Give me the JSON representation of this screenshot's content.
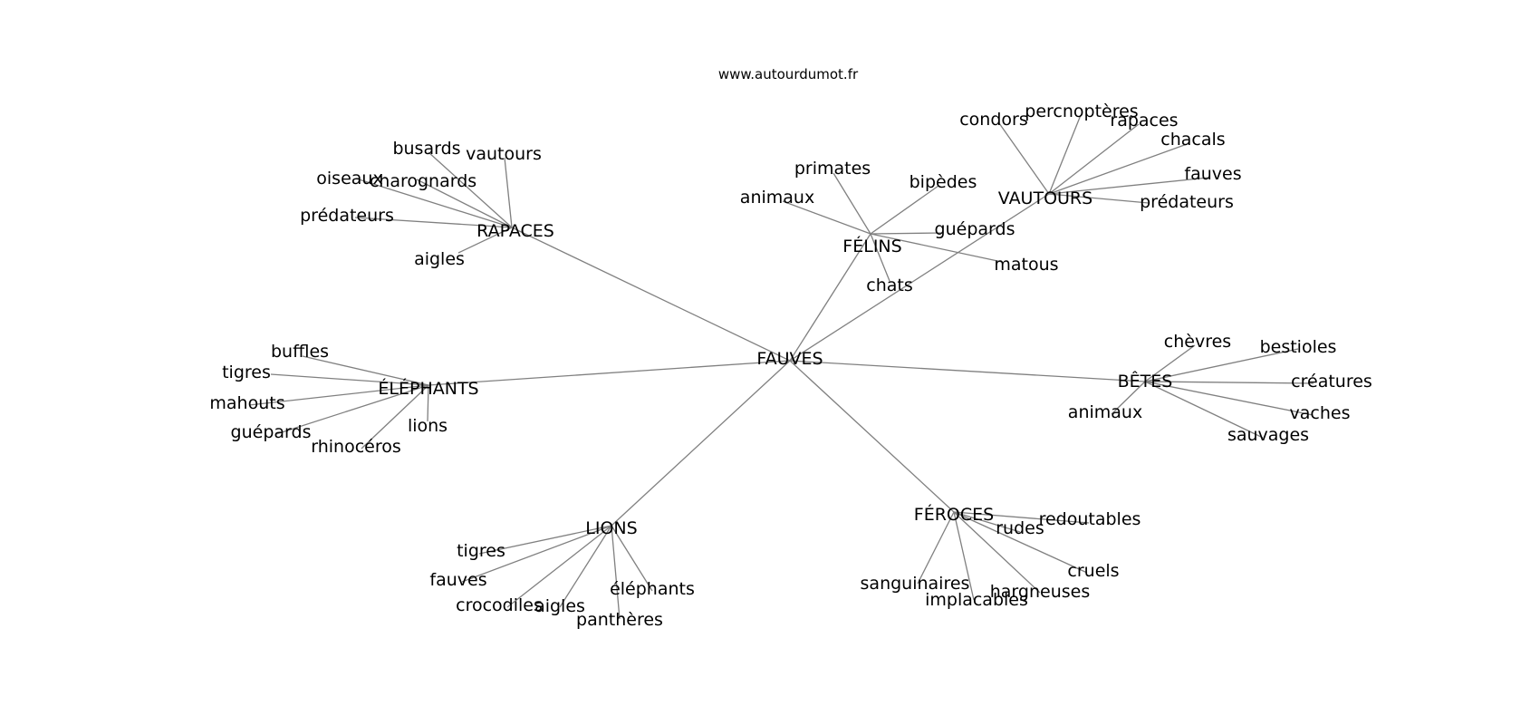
{
  "credit": "www.autourdumot.fr",
  "edge_color": "#808080",
  "root": "FAUVES",
  "groups": [
    {
      "label": "RAPACES",
      "children": [
        "busards",
        "vautours",
        "oiseaux",
        "charognards",
        "prédateurs",
        "aigles"
      ]
    },
    {
      "label": "FÉLINS",
      "children": [
        "primates",
        "bipèdes",
        "animaux",
        "guépards",
        "matous",
        "chats"
      ]
    },
    {
      "label": "VAUTOURS",
      "children": [
        "condors",
        "percnoptères",
        "rapaces",
        "chacals",
        "fauves",
        "prédateurs"
      ]
    },
    {
      "label": "ÉLÉPHANTS",
      "children": [
        "buffles",
        "tigres",
        "mahouts",
        "guépards",
        "lions",
        "rhinocéros"
      ]
    },
    {
      "label": "BÊTES",
      "children": [
        "chèvres",
        "bestioles",
        "créatures",
        "animaux",
        "vaches",
        "sauvages"
      ]
    },
    {
      "label": "LIONS",
      "children": [
        "tigres",
        "fauves",
        "crocodiles",
        "aigles",
        "éléphants",
        "panthères"
      ]
    },
    {
      "label": "FÉROCES",
      "children": [
        "redoutables",
        "rudes",
        "cruels",
        "sanguinaires",
        "implacables",
        "hargneuses"
      ]
    }
  ]
}
